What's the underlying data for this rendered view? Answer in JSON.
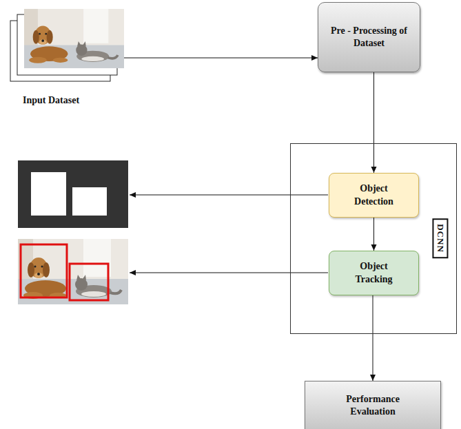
{
  "diagram": {
    "nodes": [
      {
        "text": [
          "Input Dataset"
        ]
      },
      {
        "text": [
          "Pre - Processing of Dataset"
        ]
      },
      {
        "text": [
          "DCNN"
        ]
      },
      {
        "text": [
          "Object Detection"
        ],
        "in": 2
      },
      {
        "text": [
          "Object Tracking"
        ],
        "in": 2
      },
      {
        "text": [
          "Performance Evaluation"
        ]
      }
    ],
    "edges": [
      {
        "from": 0,
        "to": 1,
        "arrow": "to"
      },
      {
        "from": 1,
        "to": 3,
        "arrow": "to"
      },
      {
        "from": 3,
        "to": 4,
        "arrow": "to"
      },
      {
        "from": 4,
        "to": 5,
        "arrow": "to"
      }
    ]
  }
}
